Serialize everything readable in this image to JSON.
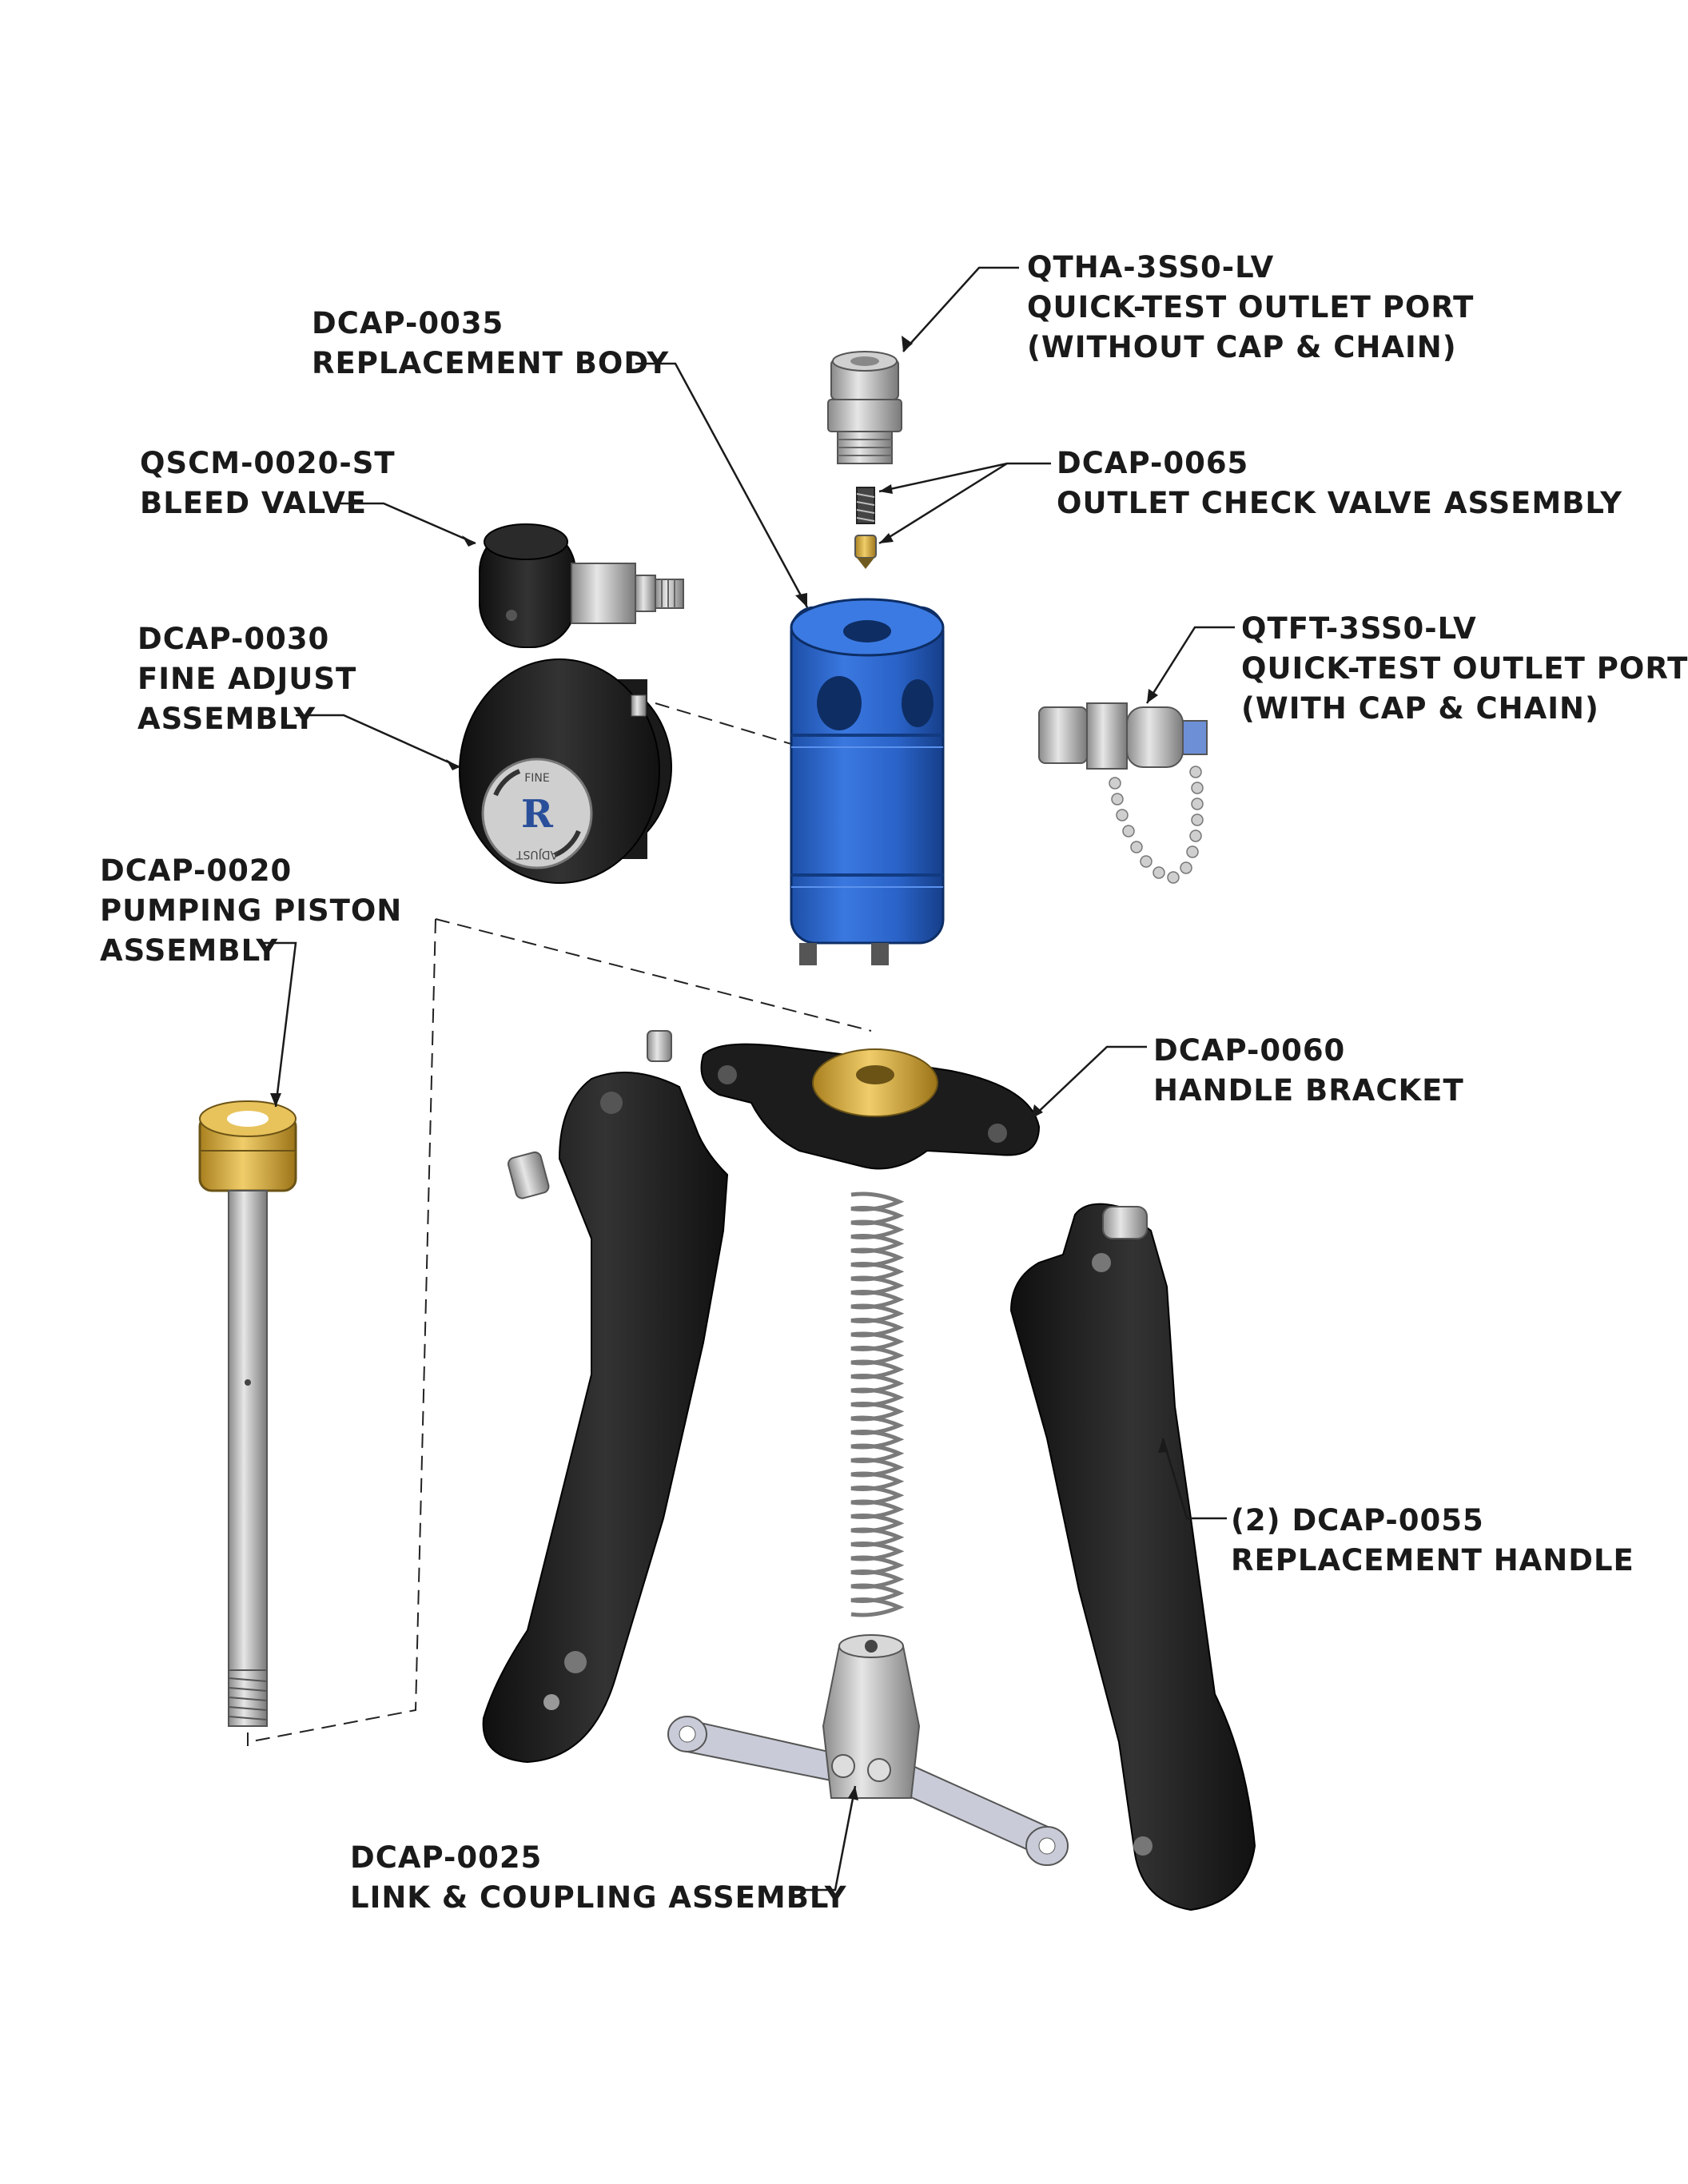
{
  "colors": {
    "body_blue": "#2a63c8",
    "handle_black": "#1c1c1c",
    "brass": "#d9b24a",
    "steel": "#b8b8b8",
    "ink": "#1a1a1a"
  },
  "callouts": [
    {
      "id": "qtha",
      "lines": [
        "QTHA-3SS0-LV",
        "QUICK-TEST OUTLET PORT",
        "(WITHOUT CAP & CHAIN)"
      ]
    },
    {
      "id": "body",
      "lines": [
        "DCAP-0035",
        "REPLACEMENT BODY"
      ]
    },
    {
      "id": "bleed",
      "lines": [
        "QSCM-0020-ST",
        "BLEED VALVE"
      ]
    },
    {
      "id": "check",
      "lines": [
        "DCAP-0065",
        "OUTLET CHECK VALVE ASSEMBLY"
      ]
    },
    {
      "id": "fine",
      "lines": [
        "DCAP-0030",
        "FINE ADJUST",
        "ASSEMBLY"
      ]
    },
    {
      "id": "qtft",
      "lines": [
        "QTFT-3SS0-LV",
        "QUICK-TEST OUTLET PORT",
        "(WITH CAP & CHAIN)"
      ]
    },
    {
      "id": "piston",
      "lines": [
        "DCAP-0020",
        "PUMPING PISTON",
        "ASSEMBLY"
      ]
    },
    {
      "id": "bracket",
      "lines": [
        "DCAP-0060",
        "HANDLE BRACKET"
      ]
    },
    {
      "id": "handle",
      "lines": [
        "(2) DCAP-0055",
        "REPLACEMENT HANDLE"
      ]
    },
    {
      "id": "link",
      "lines": [
        "DCAP-0025",
        "LINK & COUPLING ASSEMBLY"
      ]
    }
  ],
  "knob_text": {
    "top": "FINE",
    "bottom": "ADJUST"
  }
}
